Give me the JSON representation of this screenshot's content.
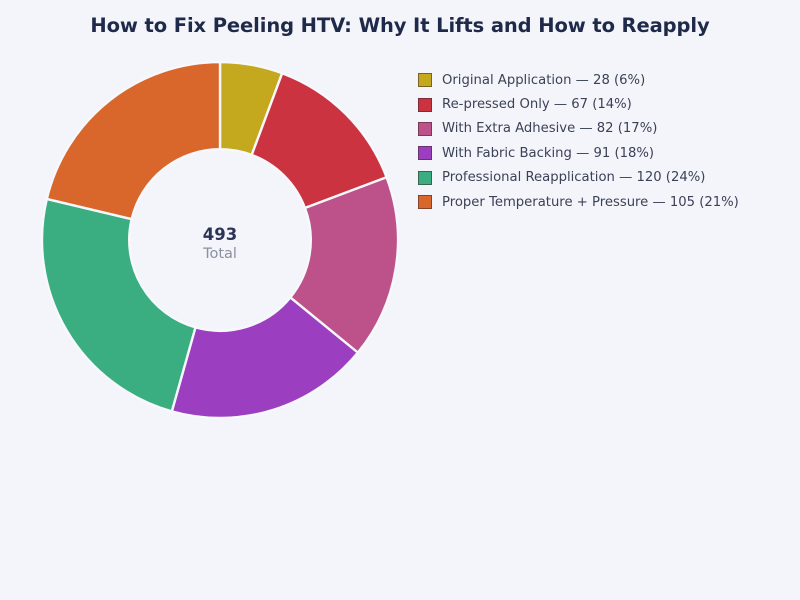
{
  "chart_data": {
    "type": "pie",
    "variant": "donut",
    "title": "How to Fix Peeling HTV: Why It Lifts and How to Reapply",
    "categories": [
      "Original Application",
      "Re-pressed Only",
      "With Extra Adhesive",
      "With Fabric Backing",
      "Professional Reapplication",
      "Proper Temperature + Pressure"
    ],
    "values": [
      28,
      67,
      82,
      91,
      120,
      105
    ],
    "percents": [
      6,
      14,
      17,
      18,
      24,
      21
    ],
    "colors": [
      "#c4a81d",
      "#cc3340",
      "#bd5189",
      "#9b3fc0",
      "#3aae80",
      "#d9662a"
    ],
    "legend_entries": [
      "Original Application — 28 (6%)",
      "Re-pressed Only — 67 (14%)",
      "With Extra Adhesive — 82 (17%)",
      "With Fabric Backing — 91 (18%)",
      "Professional Reapplication — 120 (24%)",
      "Proper Temperature + Pressure — 105 (21%)"
    ],
    "legend_position": "right",
    "total": 493,
    "total_value_text": "493",
    "total_label_text": "Total",
    "start_angle_deg": 0,
    "direction": "clockwise",
    "hole_ratio": 0.51,
    "xlabel": "",
    "ylabel": "",
    "grid": false
  },
  "theme": {
    "background": "#f4f5fa",
    "title_color": "#1f2a4a",
    "legend_text_color": "#3b4257",
    "center_value_color": "#2b3356",
    "center_label_color": "#8b90a0",
    "slice_separator_color": "#f7f8fc"
  }
}
